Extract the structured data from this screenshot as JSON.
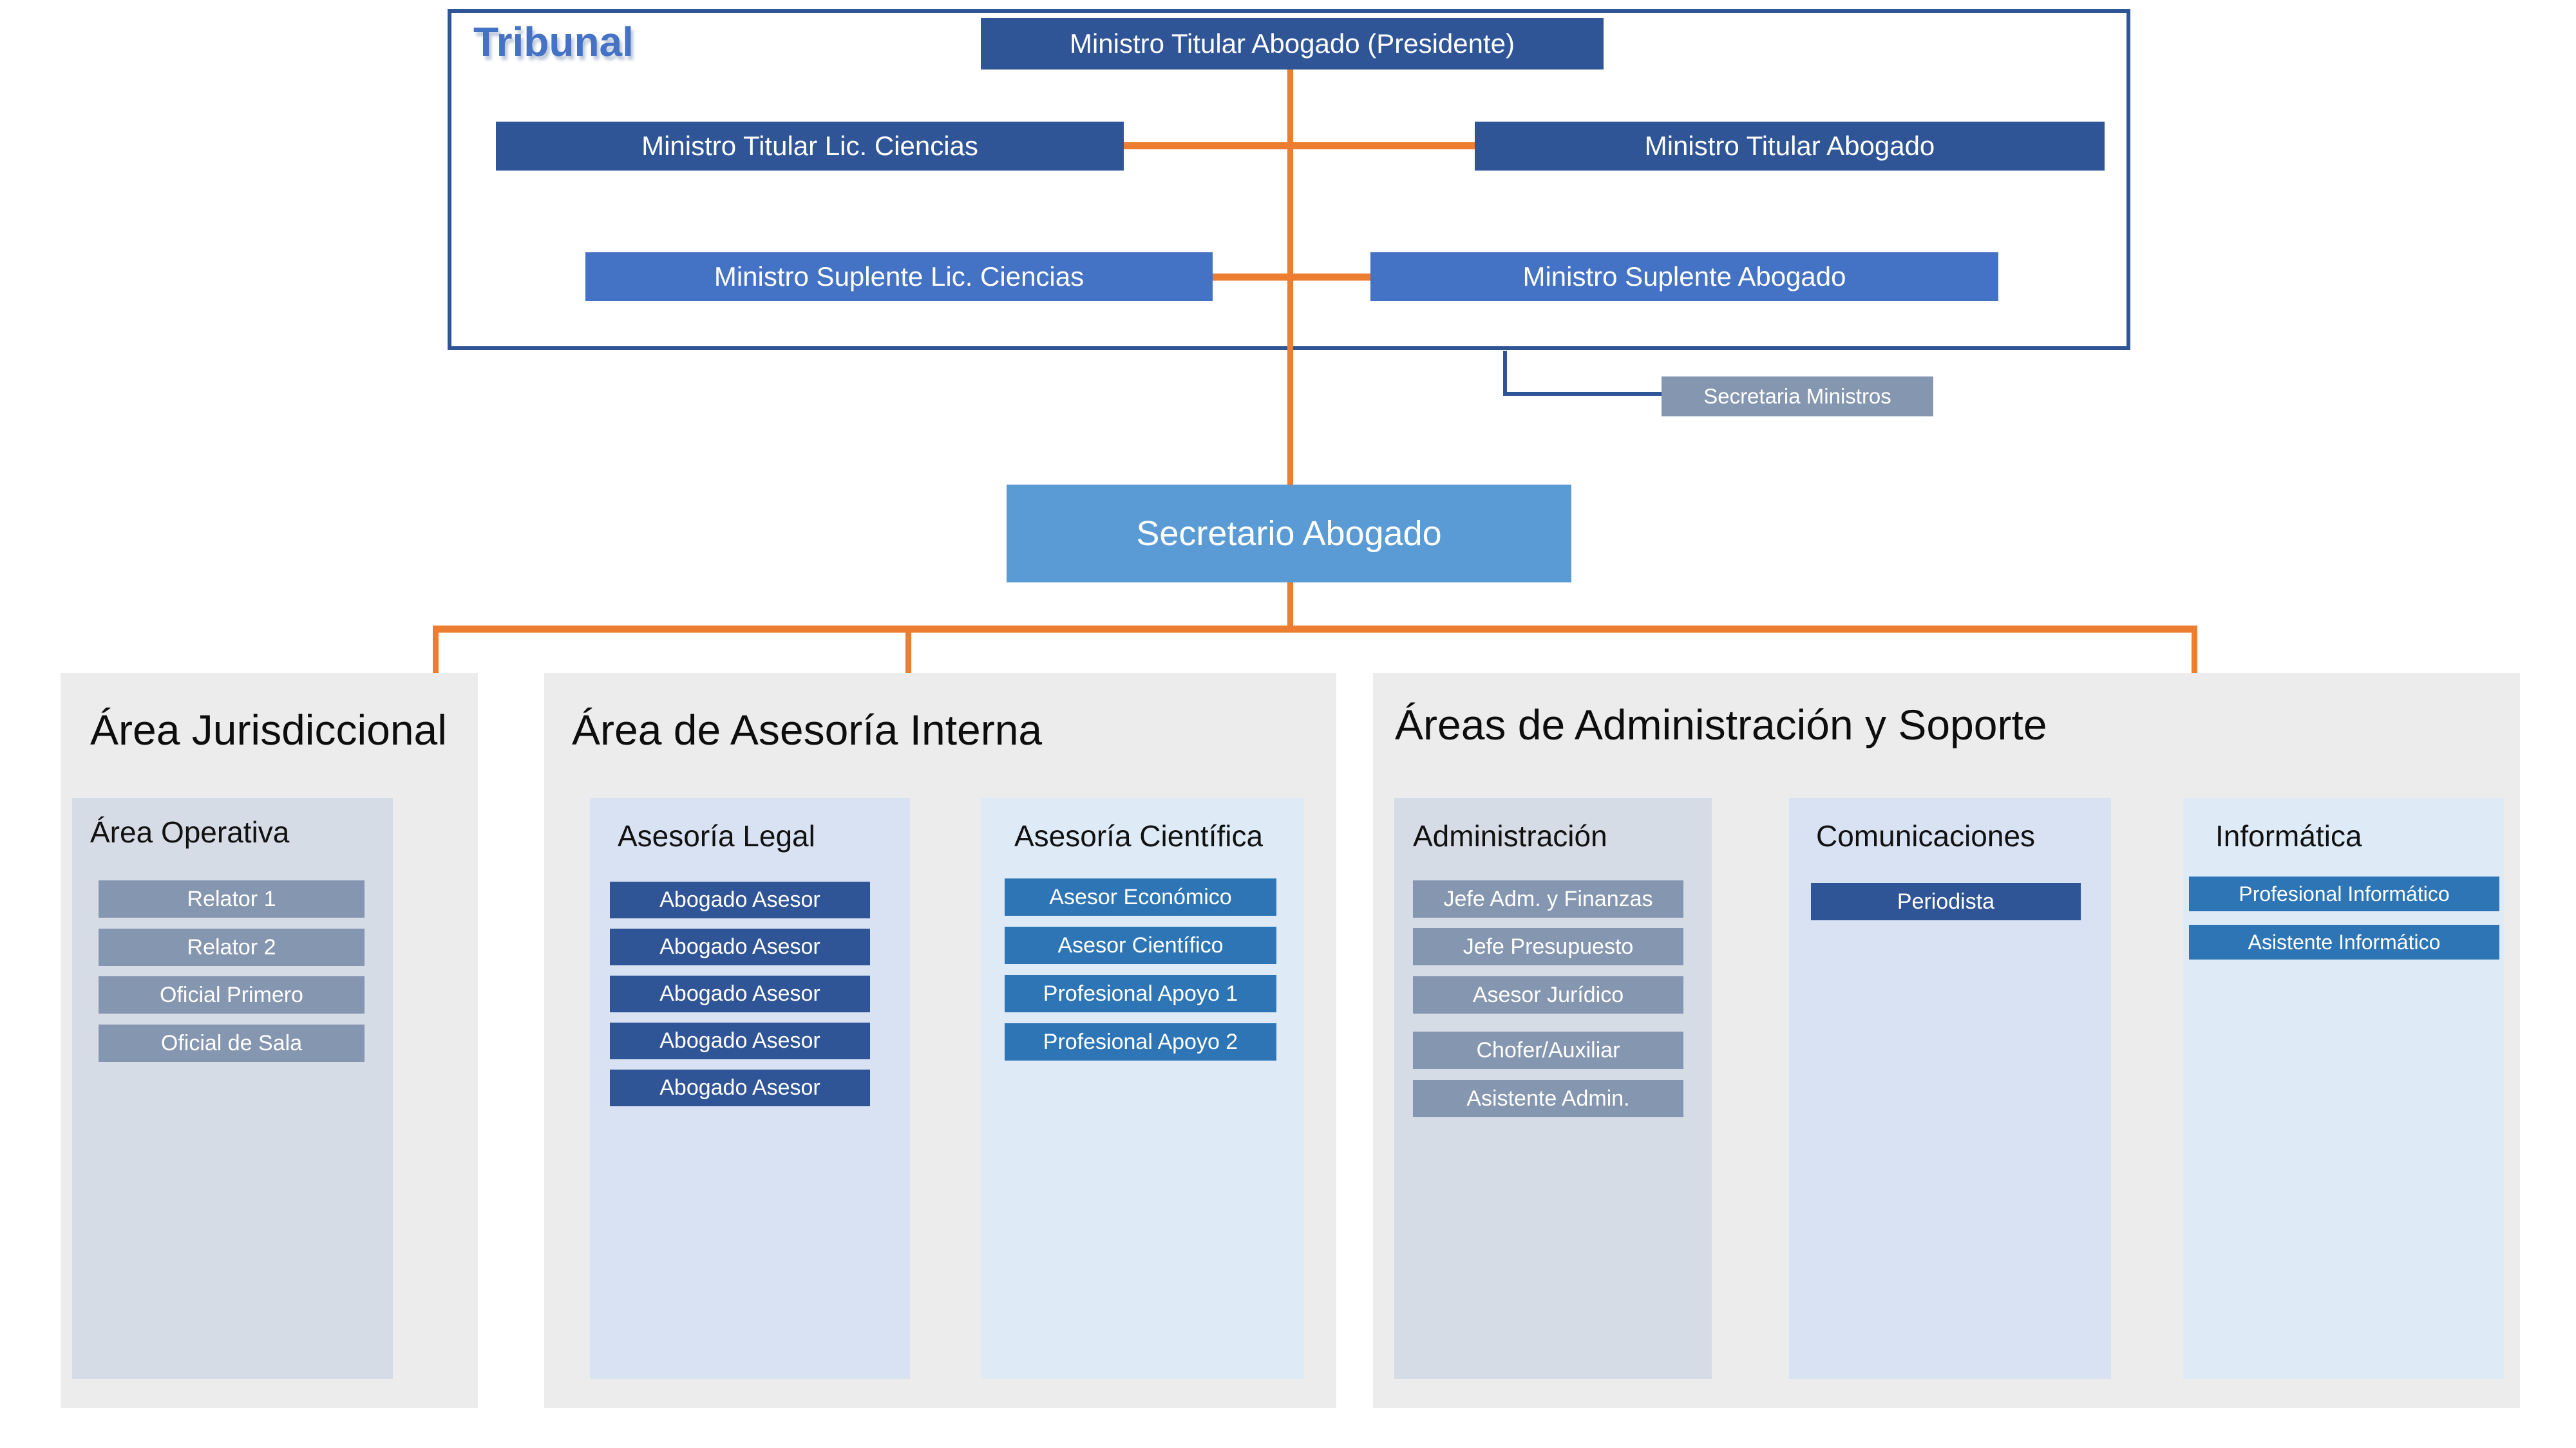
{
  "tribunal": {
    "label": "Tribunal",
    "boxes": {
      "presidente": "Ministro Titular Abogado (Presidente)",
      "titular_ciencias": "Ministro Titular Lic. Ciencias",
      "titular_abogado": "Ministro Titular Abogado",
      "suplente_ciencias": "Ministro Suplente Lic. Ciencias",
      "suplente_abogado": "Ministro Suplente Abogado"
    }
  },
  "secretaria_ministros": {
    "label": "Secretaria Ministros"
  },
  "secretario": {
    "label": "Secretario Abogado"
  },
  "areas": [
    {
      "title": "Área Jurisdiccional",
      "groups": [
        {
          "title": "Área Operativa",
          "boxes": [
            "Relator 1",
            "Relator 2",
            "Oficial Primero",
            "Oficial de Sala"
          ]
        }
      ]
    },
    {
      "title": "Área de Asesoría Interna",
      "groups": [
        {
          "title": "Asesoría Legal",
          "boxes": [
            "Abogado Asesor",
            "Abogado Asesor",
            "Abogado Asesor",
            "Abogado Asesor",
            "Abogado Asesor"
          ]
        },
        {
          "title": "Asesoría Científica",
          "boxes": [
            "Asesor Económico",
            "Asesor Científico",
            "Profesional Apoyo 1",
            "Profesional Apoyo 2"
          ]
        }
      ]
    },
    {
      "title": "Áreas de Administración y Soporte",
      "groups": [
        {
          "title": "Administración",
          "boxes": [
            "Jefe Adm. y Finanzas",
            "Jefe Presupuesto",
            "Asesor Jurídico",
            "Chofer/Auxiliar",
            "Asistente Admin."
          ]
        },
        {
          "title": "Comunicaciones",
          "boxes": [
            "Periodista"
          ]
        },
        {
          "title": "Informática",
          "boxes": [
            "Profesional Informático",
            "Asistente Informático"
          ]
        }
      ]
    }
  ],
  "colors": {
    "dark_blue": "#2F5597",
    "medium_blue": "#4472C4",
    "steel_blue": "#2E75B6",
    "light_blue": "#5B9BD5",
    "gray_blue": "#8496B0",
    "panel_gray": "#ECECEC",
    "sub_panel_grayblue": "#D6DCE5",
    "sub_panel_blue1": "#D9E2F3",
    "sub_panel_blue2": "#DEEBF7",
    "connector_orange": "#ED7D31",
    "connector_navy": "#2F5597",
    "tribunal_label_blue": "#4472C4"
  }
}
